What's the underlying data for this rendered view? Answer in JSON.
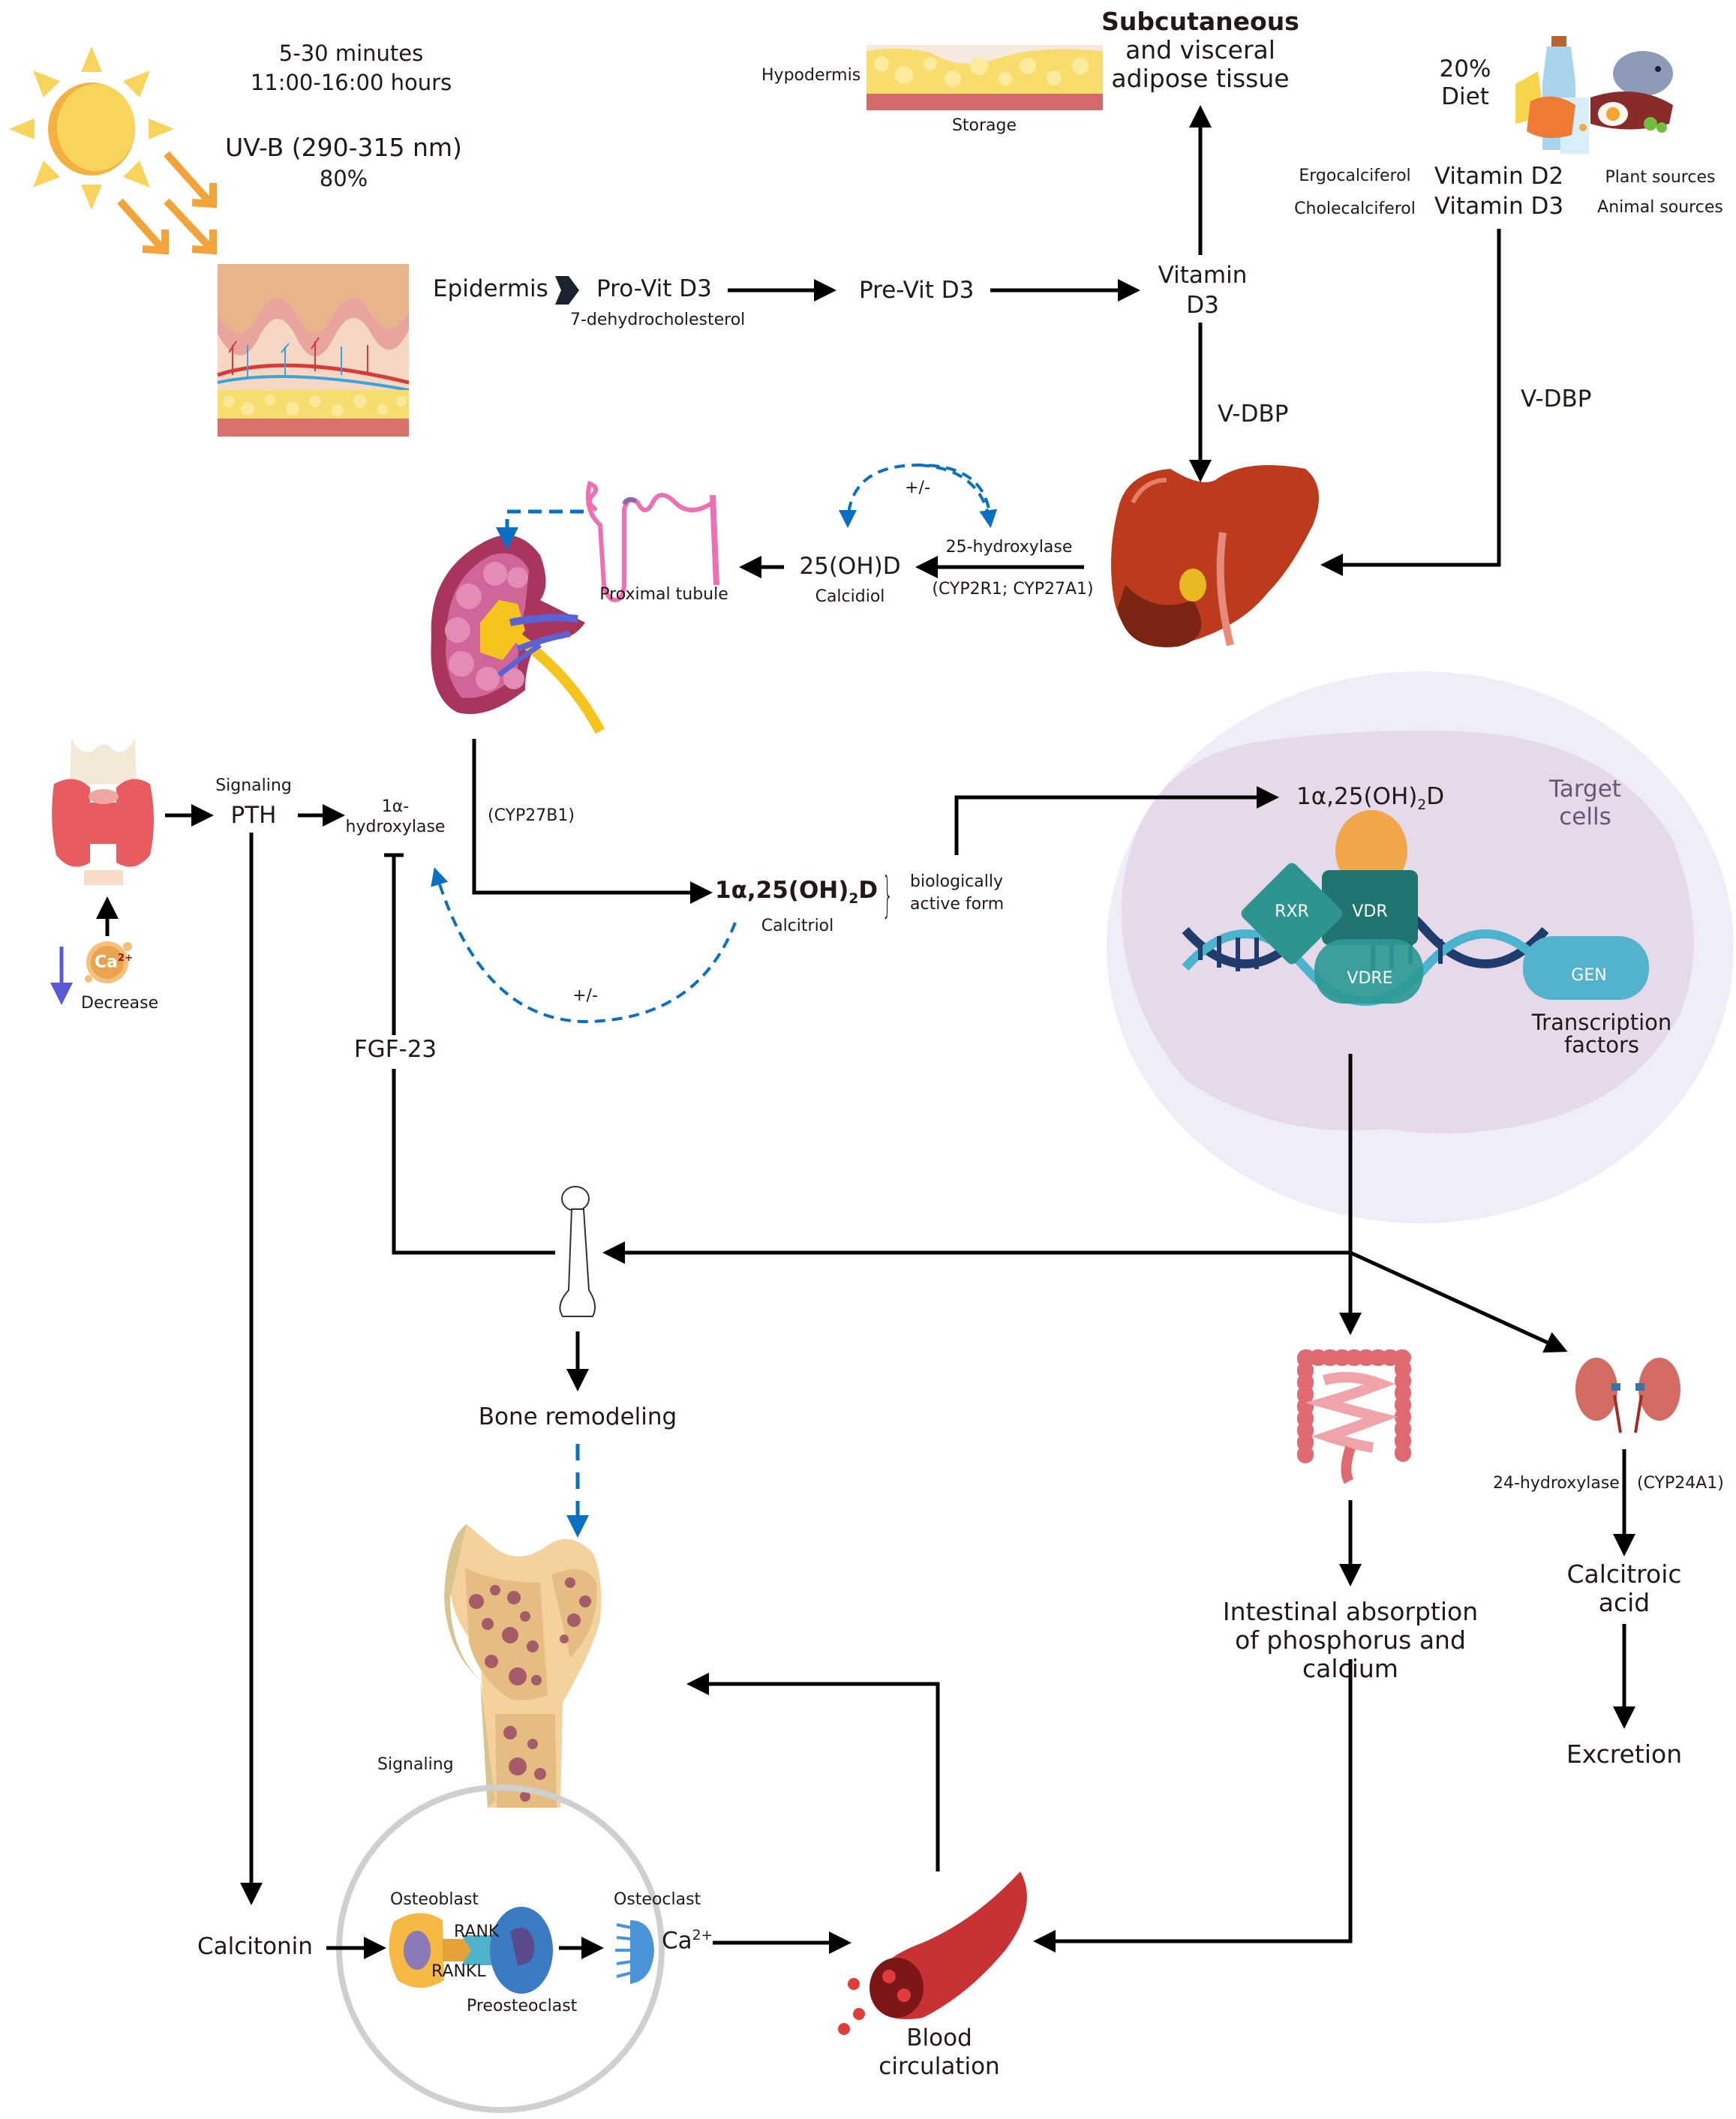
{
  "title": "Vitamin D metabolism and calcium homeostasis pathway",
  "colors": {
    "arrow": "#000000",
    "feedback_dashed": "#0a70c2",
    "target_cell_outer": "#eeeef9",
    "target_cell_inner": "#e6d9ea",
    "target_cells_text": "#6b5570",
    "sun": "#f8d45c",
    "uv_rays": "#f2a33a",
    "vdr": "#1f746f",
    "rxr": "#2e9490",
    "gen": "#54b3cc",
    "ligand": "#f2a64a",
    "dna_dark": "#1f3c6d",
    "dna_light": "#4cb3cf",
    "signaling_circle": "#cfcfcf"
  },
  "sun": {
    "duration": "5-30 minutes",
    "hours": "11:00-16:00 hours",
    "uvb": "UV-B (290-315 nm)",
    "uvb_share": "80%"
  },
  "skin": {
    "epidermis": "Epidermis",
    "pro_vit": "Pro-Vit D3",
    "pro_vit_sub": "7-dehydrocholesterol",
    "pre_vit": "Pre-Vit D3",
    "vitamin_d3_line1": "Vitamin",
    "vitamin_d3_line2": "D3"
  },
  "storage": {
    "hypodermis": "Hypodermis",
    "storage": "Storage",
    "adipose_line1": "Subcutaneous",
    "adipose_line2": "and visceral",
    "adipose_line3": "adipose tissue"
  },
  "diet": {
    "share": "20%",
    "label": "Diet",
    "ergocalciferol": "Ergocalciferol",
    "cholecalciferol": "Cholecalciferol",
    "vit_d2": "Vitamin D2",
    "vit_d3": "Vitamin D3",
    "plant": "Plant sources",
    "animal": "Animal sources"
  },
  "transport": {
    "vdbp_left": "V-DBP",
    "vdbp_right": "V-DBP"
  },
  "liver": {
    "enzyme": "25-hydroxylase",
    "genes": "(CYP2R1; CYP27A1)",
    "product": "25(OH)D",
    "product_name": "Calcidiol",
    "feedback": "+/-"
  },
  "kidney": {
    "proximal_tubule": "Proximal tubule",
    "gene": "(CYP27B1)",
    "product_prefix": "1α,25(OH)",
    "product_sub": "2",
    "product_suffix": "D",
    "product_name": "Calcitriol",
    "bio_line1": "biologically",
    "bio_line2": "active form",
    "feedback": "+/-"
  },
  "parathyroid": {
    "signaling": "Signaling",
    "pth": "PTH",
    "enzyme_line1": "1α-",
    "enzyme_line2": "hydroxylase",
    "calcium": "Ca",
    "calcium_charge": "2+",
    "decrease": "Decrease",
    "fgf23": "FGF-23",
    "calcitonin": "Calcitonin"
  },
  "target_cell": {
    "ligand_prefix": "1α,25(OH)",
    "ligand_sub": "2",
    "ligand_suffix": "D",
    "title_line1": "Target",
    "title_line2": "cells",
    "rxr": "RXR",
    "vdr": "VDR",
    "vdre": "VDRE",
    "gen": "GEN",
    "tf_line1": "Transcription",
    "tf_line2": "factors"
  },
  "bone": {
    "remodeling": "Bone remodeling",
    "signaling": "Signaling",
    "osteoblast": "Osteoblast",
    "osteoclast": "Osteoclast",
    "preosteoclast": "Preosteoclast",
    "rank": "RANK",
    "rankl": "RANKL",
    "calcium": "Ca",
    "calcium_charge": "2+"
  },
  "intestine": {
    "line1": "Intestinal absorption",
    "line2": "of phosphorus and",
    "line3": "calcium"
  },
  "excretion": {
    "enzyme": "24-hydroxylase",
    "gene": "(CYP24A1)",
    "product_line1": "Calcitroic",
    "product_line2": "acid",
    "final": "Excretion"
  },
  "blood": {
    "line1": "Blood",
    "line2": "circulation"
  }
}
